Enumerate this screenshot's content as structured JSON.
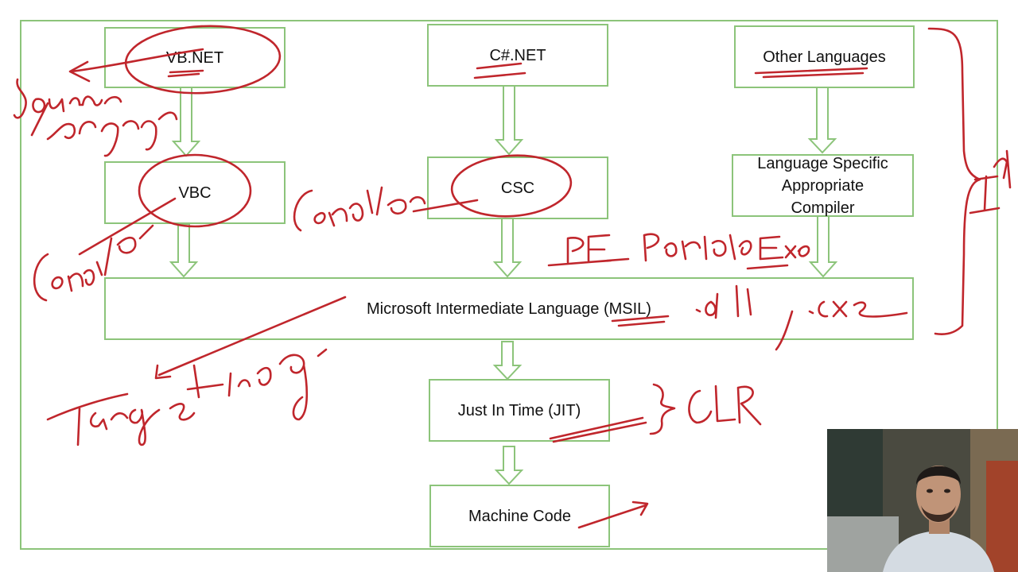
{
  "diagram": {
    "nodes": {
      "vbnet": "VB.NET",
      "csharp": "C#.NET",
      "other": "Other Languages",
      "vbc": "VBC",
      "csc": "CSC",
      "lang_specific": "Language Specific\nAppropriate\nCompiler",
      "msil": "Microsoft Intermediate Language (MSIL)",
      "jit": "Just In Time (JIT)",
      "machine": "Machine Code"
    }
  },
  "colors": {
    "box_border": "#8cc47a",
    "arrow": "#8cc47a",
    "ink": "#c0262c"
  },
  "webcam": {
    "icon": "presenter-webcam"
  }
}
